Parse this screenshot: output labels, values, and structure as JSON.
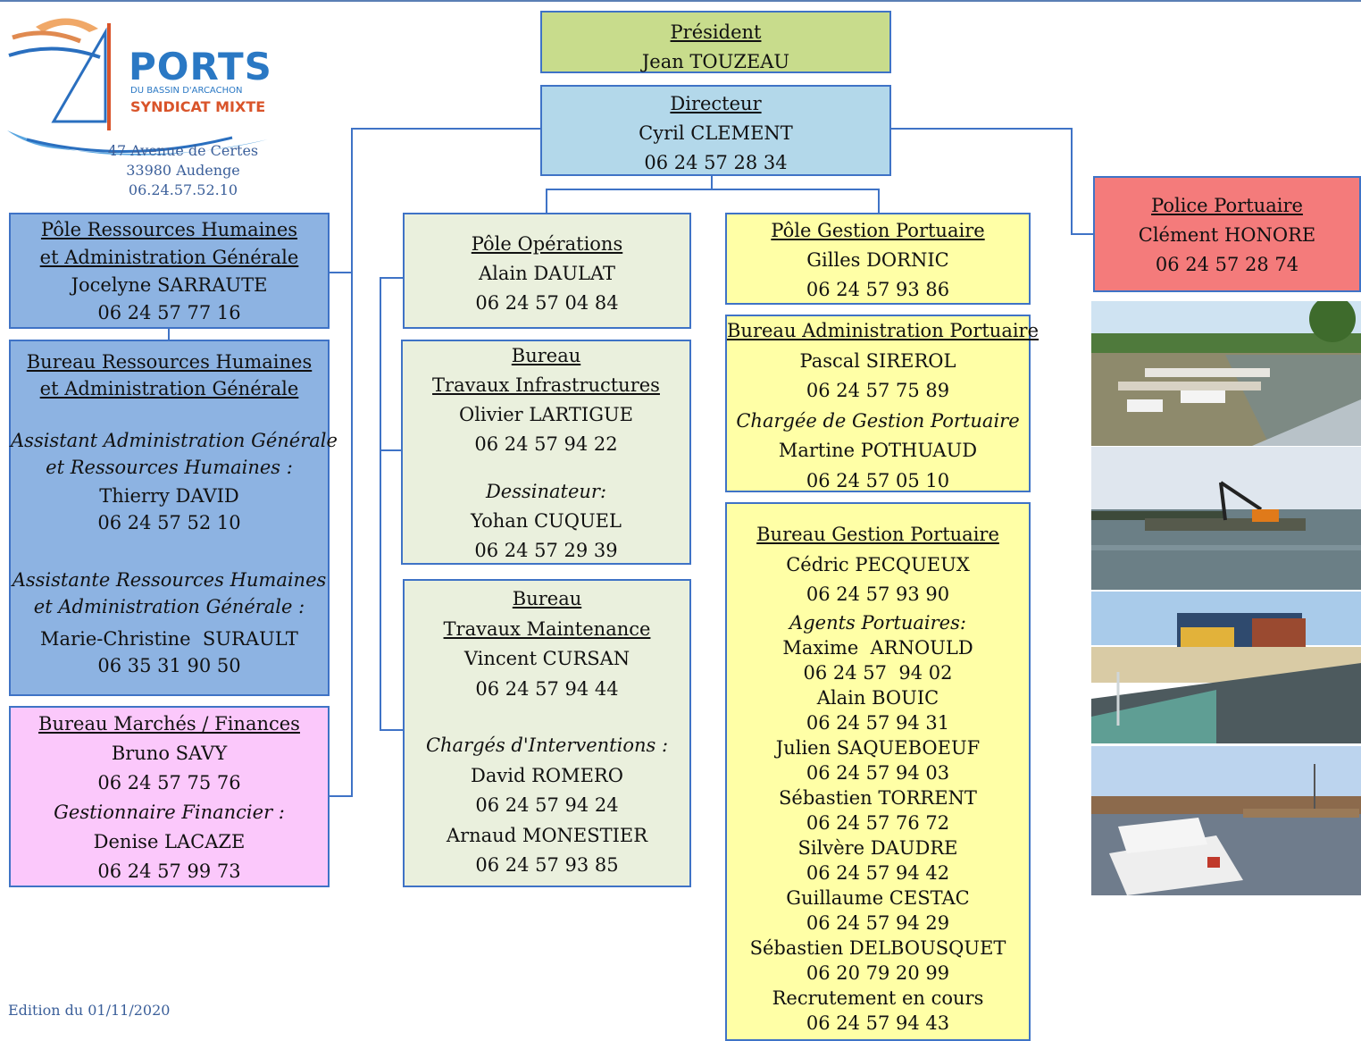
{
  "header": {
    "logo_title": "PORTS",
    "logo_subtitle": "DU BASSIN D'ARCACHON",
    "logo_org": "SYNDICAT MIXTE",
    "address_line1": "47 Avenue de Certes",
    "address_line2": "33980 Audenge",
    "address_phone": "06.24.57.52.10"
  },
  "president": {
    "title": "Président",
    "name": "Jean TOUZEAU"
  },
  "directeur": {
    "title": "Directeur",
    "name": "Cyril CLEMENT",
    "phone": "06 24 57 28 34"
  },
  "police": {
    "title": "Police Portuaire",
    "name": "Clément HONORE",
    "phone": "06 24 57 28 74"
  },
  "pole_rh": {
    "title_l1": "Pôle Ressources Humaines",
    "title_l2": "et Administration Générale",
    "name": "Jocelyne SARRAUTE",
    "phone": "06 24 57 77 16"
  },
  "bureau_rh": {
    "title_l1": "Bureau Ressources Humaines",
    "title_l2": "et Administration Générale",
    "role1_l1": "Assistant Administration Générale",
    "role1_l2": "et Ressources Humaines :",
    "name1": "Thierry DAVID",
    "phone1": "06 24 57 52 10",
    "role2_l1": "Assistante Ressources Humaines",
    "role2_l2": "et Administration Générale :",
    "name2": "Marie-Christine  SURAULT",
    "phone2": "06 35 31 90 50"
  },
  "bureau_finances": {
    "title": "Bureau Marchés / Finances",
    "name1": "Bruno SAVY",
    "phone1": "06 24 57 75 76",
    "role": "Gestionnaire Financier :",
    "name2": "Denise LACAZE",
    "phone2": "06 24 57 99 73"
  },
  "pole_operations": {
    "title": "Pôle Opérations",
    "name": "Alain DAULAT",
    "phone": "06 24 57 04 84"
  },
  "bureau_infra": {
    "title_l1": "Bureau",
    "title_l2": "Travaux Infrastructures",
    "name1": "Olivier LARTIGUE",
    "phone1": "06 24 57 94 22",
    "role": "Dessinateur:",
    "name2": "Yohan CUQUEL",
    "phone2": "06 24 57 29 39"
  },
  "bureau_maintenance": {
    "title_l1": "Bureau",
    "title_l2": "Travaux Maintenance",
    "name1": "Vincent CURSAN",
    "phone1": "06 24 57 94 44",
    "role": "Chargés d'Interventions :",
    "name2": "David ROMERO",
    "phone2": "06 24 57 94 24",
    "name3": "Arnaud MONESTIER",
    "phone3": "06 24 57 93 85"
  },
  "pole_gestion": {
    "title": "Pôle Gestion Portuaire",
    "name": "Gilles DORNIC",
    "phone": "06 24 57 93 86"
  },
  "bureau_admin_portuaire": {
    "title": "Bureau Administration Portuaire",
    "name1": "Pascal SIREROL",
    "phone1": "06 24 57 75 89",
    "role": "Chargée de Gestion Portuaire",
    "name2": "Martine POTHUAUD",
    "phone2": "06 24 57 05 10"
  },
  "bureau_gestion_portuaire": {
    "title": "Bureau Gestion Portuaire",
    "name1": "Cédric PECQUEUX",
    "phone1": "06 24 57 93 90",
    "role": "Agents Portuaires:",
    "agents": [
      {
        "name": "Maxime  ARNOULD",
        "phone": "06 24 57  94 02"
      },
      {
        "name": "Alain BOUIC",
        "phone": "06 24 57 94 31"
      },
      {
        "name": "Julien SAQUEBOEUF",
        "phone": "06 24 57 94 03"
      },
      {
        "name": "Sébastien TORRENT",
        "phone": "06 24 57 76 72"
      },
      {
        "name": "Silvère DAUDRE",
        "phone": "06 24 57 94 42"
      },
      {
        "name": "Guillaume CESTAC",
        "phone": "06 24 57 94 29"
      },
      {
        "name": "Sébastien DELBOUSQUET",
        "phone": "06 20 79 20 99"
      },
      {
        "name": "Recrutement en cours",
        "phone": "06 24 57 94 43"
      }
    ]
  },
  "footer": {
    "edition": "Edition du 01/11/2020"
  },
  "colors": {
    "president": "#c8dc8c",
    "directeur": "#b3d8ea",
    "police": "#f47b7b",
    "rh": "#8db3e2",
    "finances": "#fbc8fb",
    "operations": "#eaf0dd",
    "gestion": "#ffffa6",
    "border": "#3f73c6"
  }
}
